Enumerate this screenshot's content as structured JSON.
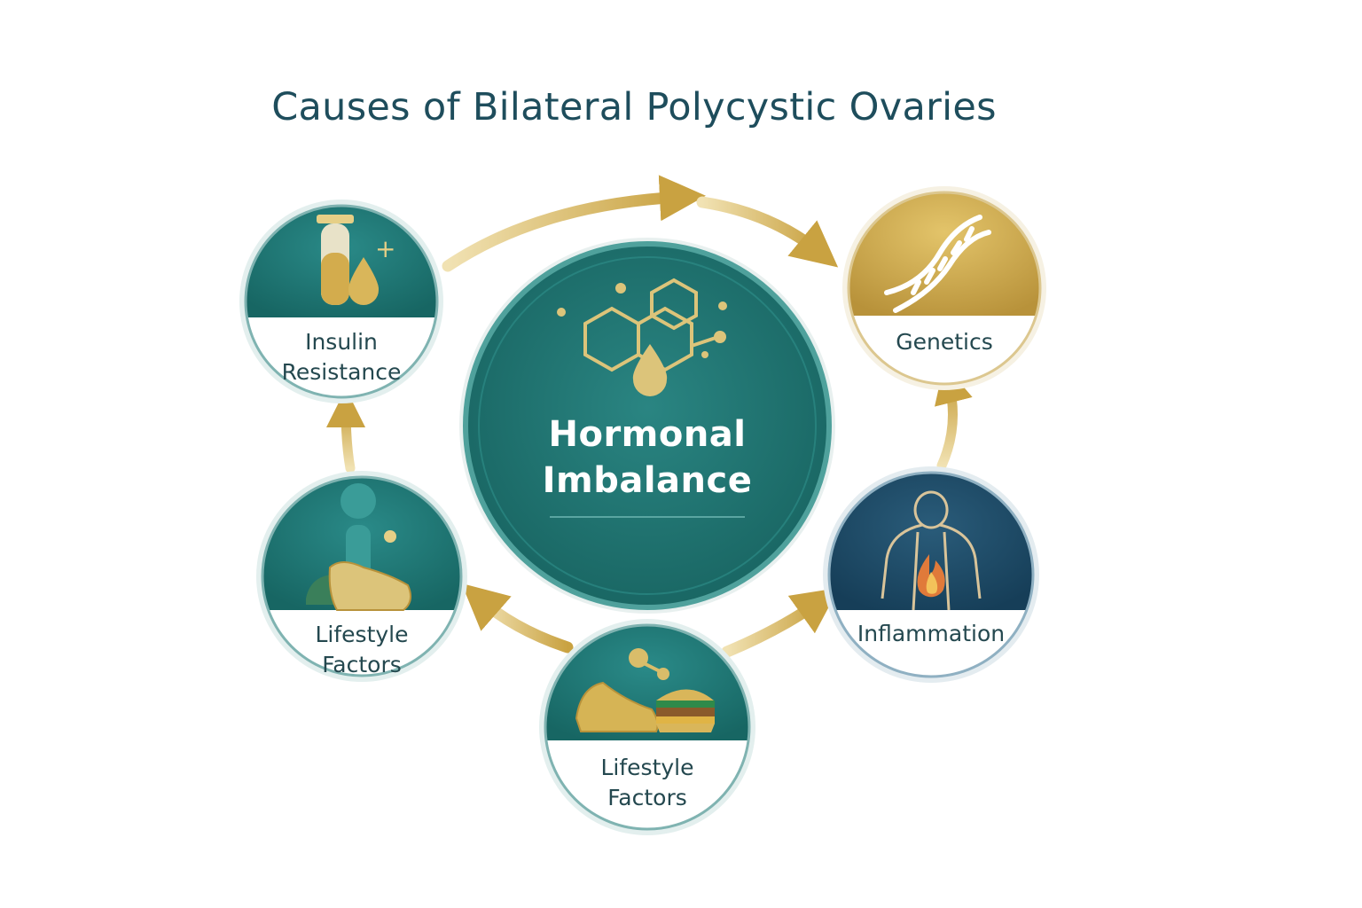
{
  "title": "Causes of Bilateral Polycystic Ovaries",
  "center": {
    "label_line1": "Hormonal",
    "label_line2": "Imbalance"
  },
  "nodes": [
    {
      "id": "insulin",
      "line1": "Insulin",
      "line2": "Resistance",
      "icon": "test-tube-icon"
    },
    {
      "id": "genetics",
      "line1": "Genetics",
      "line2": "",
      "icon": "dna-icon"
    },
    {
      "id": "inflammation",
      "line1": "Inflammation",
      "line2": "",
      "icon": "body-flame-icon"
    },
    {
      "id": "lifestyle-bottom",
      "line1": "Lifestyle",
      "line2": "Factors",
      "icon": "sneaker-burger-icon"
    },
    {
      "id": "lifestyle-left",
      "line1": "Lifestyle",
      "line2": "Factors",
      "icon": "person-shoes-icon"
    }
  ],
  "colors": {
    "teal": "#1f7a7a",
    "teal_dark": "#17615f",
    "navy": "#1d4866",
    "gold": "#c9a647",
    "gold_light": "#e6cf86",
    "text": "#24484f"
  }
}
